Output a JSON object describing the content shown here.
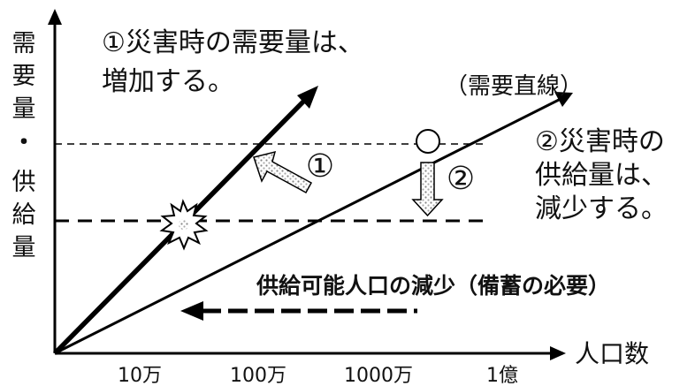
{
  "y_axis_label": [
    "需",
    "要",
    "量",
    "・",
    "供",
    "給",
    "量"
  ],
  "x_axis_label": "人口数",
  "x_ticks": [
    "10万",
    "100万",
    "1000万",
    "1億"
  ],
  "demand_line_label": "（需要直線）",
  "annotation_1": {
    "lines": [
      "①災害時の需要量は、",
      "増加する。"
    ]
  },
  "annotation_2": {
    "lines": [
      "②災害時の",
      "供給量は、",
      "減少する。"
    ]
  },
  "marker_1": "①",
  "marker_2": "②",
  "bottom_note": "供給可能人口の減少（備蓄の必要）"
}
